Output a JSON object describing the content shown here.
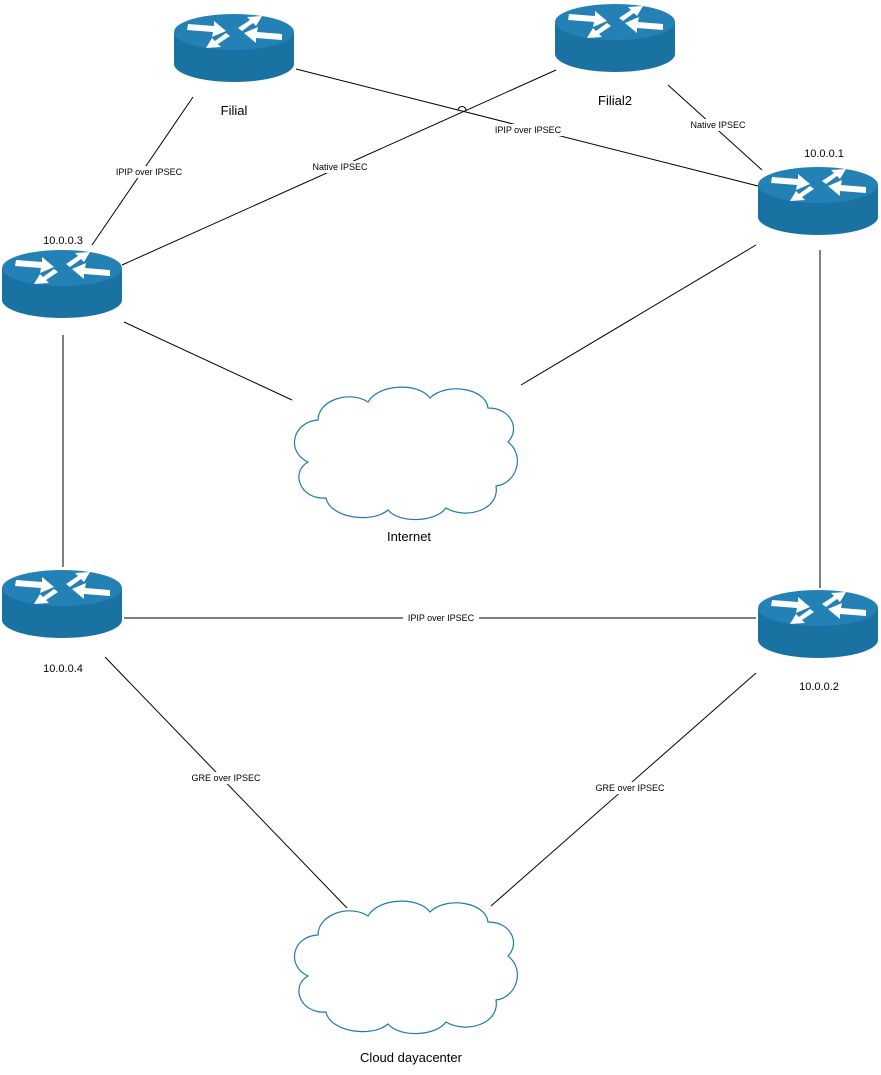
{
  "colors": {
    "router_body": "#1a72a3",
    "router_top": "#2481b6",
    "router_arrow": "#ffffff",
    "cloud_stroke": "#1f7aa8",
    "line": "#000000"
  },
  "nodes": {
    "filial": {
      "label": "Filial",
      "icon": "router-icon"
    },
    "filial2": {
      "label": "Filial2",
      "icon": "router-icon"
    },
    "r1": {
      "label": "10.0.0.1",
      "icon": "router-icon"
    },
    "r2": {
      "label": "10.0.0.2",
      "icon": "router-icon"
    },
    "r3": {
      "label": "10.0.0.3",
      "icon": "router-icon"
    },
    "r4": {
      "label": "10.0.0.4",
      "icon": "router-icon"
    },
    "internet": {
      "label": "Internet",
      "icon": "cloud-icon"
    },
    "datacenter": {
      "label": "Cloud dayacenter",
      "icon": "cloud-icon"
    }
  },
  "links": {
    "filial_r3": "IPIP over IPSEC",
    "filial2_r3": "Native IPSEC",
    "filial_r1": "IPIP over IPSEC",
    "filial2_r1": "Native IPSEC",
    "r4_r2": "IPIP over IPSEC",
    "r4_datacenter": "GRE over IPSEC",
    "r2_datacenter": "GRE over IPSEC"
  }
}
